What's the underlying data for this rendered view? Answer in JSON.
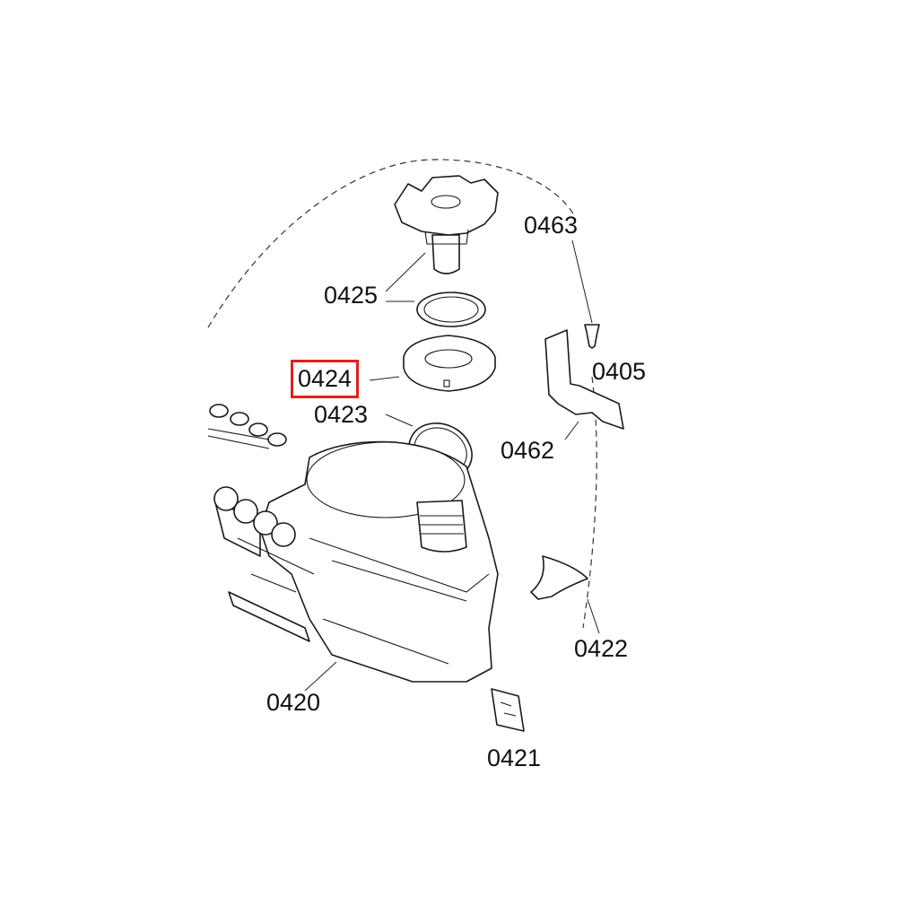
{
  "diagram": {
    "labels": {
      "p0463": "0463",
      "p0425": "0425",
      "p0405": "0405",
      "p0424": "0424",
      "p0423": "0423",
      "p0462": "0462",
      "p0422": "0422",
      "p0420": "0420",
      "p0421": "0421"
    },
    "highlighted": "0424",
    "highlight_color": "#e02020"
  }
}
